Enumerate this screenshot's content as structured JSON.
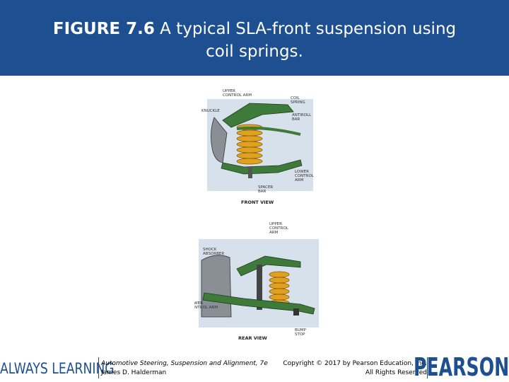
{
  "header": {
    "figure_number": "FIGURE 7.6",
    "caption_line1": " A typical SLA-front suspension using",
    "caption_line2": "coil springs."
  },
  "figure": {
    "front_labels": {
      "upper_control_arm": [
        "UPPER",
        "CONTROL ARM"
      ],
      "knuckle": "KNUCKLE",
      "coil_spring": [
        "COIL",
        "SPRING"
      ],
      "antiroll_bar": [
        "ANTIROLL",
        "BAR"
      ],
      "lower_control_arm": [
        "LOWER",
        "CONTROL",
        "ARM"
      ],
      "spacer_bar": [
        "SPACER",
        "BAR"
      ],
      "view_title": "FRONT VIEW"
    },
    "rear_labels": {
      "upper_control_arm": [
        "UPPER",
        "CONTROL",
        "ARM"
      ],
      "shock_absorber": [
        "SHOCK",
        "ABSORBER"
      ],
      "lower_control_arm": [
        "LOWER",
        "CONTROL ARM"
      ],
      "bump_stop": [
        "BUMP",
        "STOP"
      ],
      "view_title": "REAR VIEW"
    }
  },
  "footer": {
    "brand_left": "ALWAYS LEARNING",
    "book_title": "Automotive Steering, Suspension and Alignment, 7e",
    "author": "James D. Halderman",
    "copyright": "Copyright © 2017 by Pearson Education, Inc.",
    "rights": "All Rights Reserved",
    "brand_right": "PEARSON"
  },
  "colors": {
    "header_bg": "#1d4f91",
    "arm_green": "#3e7a3a",
    "spring_yellow": "#e0a020",
    "sky_blue": "#b7c9dc"
  }
}
